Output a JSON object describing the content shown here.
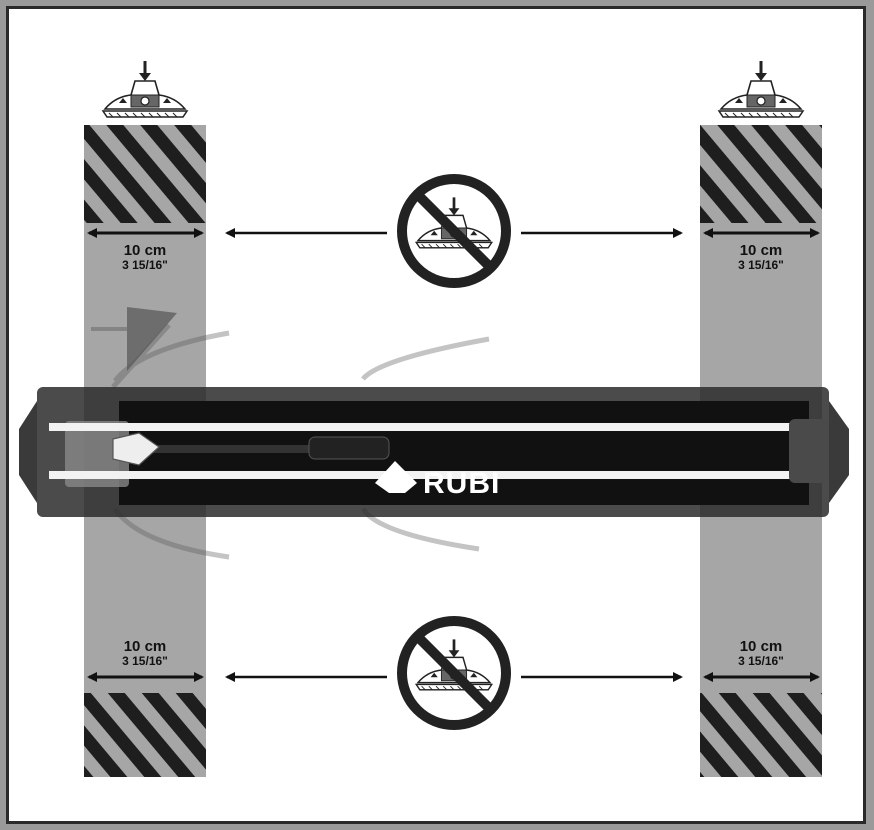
{
  "colors": {
    "zone": "#a6a6a6",
    "stripe": "#1e1e1e",
    "arrow": "#111111",
    "cutter_body": "#1a1a1a",
    "rail": "#f2f2f2"
  },
  "support_zones": {
    "distance_cm": "10 cm",
    "distance_in": "3 15/16\""
  },
  "measurements": [
    {
      "cm": "10 cm",
      "in": "3 15/16\""
    },
    {
      "cm": "10 cm",
      "in": "3 15/16\""
    },
    {
      "cm": "10 cm",
      "in": "3 15/16\""
    },
    {
      "cm": "10 cm",
      "in": "3 15/16\""
    }
  ],
  "cutter": {
    "brand": "RUBI"
  },
  "icons": {
    "allowed_support": "foot-support-icon",
    "prohibited_support": "prohibited-support-icon"
  }
}
